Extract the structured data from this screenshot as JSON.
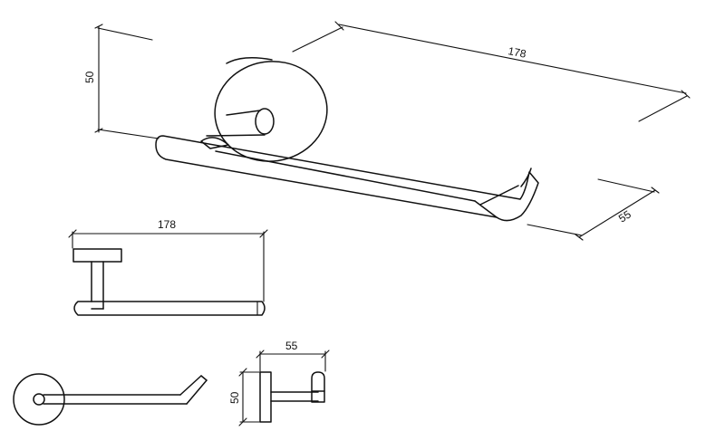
{
  "drawing": {
    "dimensions": {
      "iso_length": "178",
      "iso_height": "50",
      "iso_depth": "55",
      "front_length": "178",
      "side_depth": "55",
      "side_height": "50"
    }
  }
}
